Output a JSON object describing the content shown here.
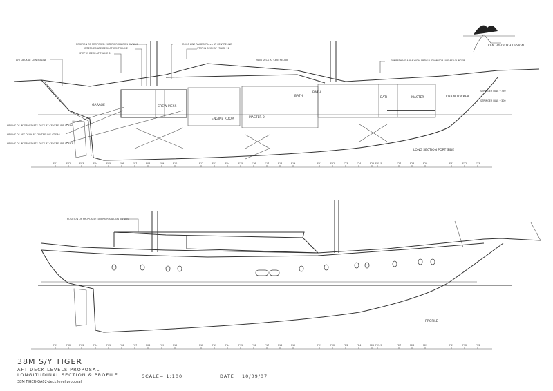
{
  "logo": {
    "text": "KEN FREIVOKH DESIGN"
  },
  "section": {
    "title": "LONG SECTION PORT SIDE",
    "callouts": [
      "POSITION OF PROPOSED EXTERIOR SALOON AWNING",
      "INTERMEDIATE DECK AT CENTRELINE",
      "STEP IN DECK AT FRAME 6",
      "ROOF LINE RAISED 75mm AT CENTRELINE",
      "STEP IN DECK AT FRAME 11",
      "MAIN DECK AT CENTRELINE",
      "AFT DECK AT CENTRELINE",
      "SUNBATHING AREA WITH ARTICULATION FOR USE AS LOUNGER"
    ],
    "heights": [
      "HEIGHT OF INTERMEDIATE DECK AT CENTRELINE AT FR6",
      "HEIGHT OF AFT DECK AT CENTRELINE AT FR6",
      "HEIGHT OF INTERMEDIATE DECK AT CENTRELINE AT FR3"
    ],
    "rooms": [
      "GARAGE",
      "CREW MESS",
      "ENGINE ROOM",
      "MASTER 2",
      "BATH",
      "BATH",
      "BATH",
      "MASTER",
      "CHAIN LOCKER"
    ],
    "stringers": [
      "STRINGER DWL +750",
      "STRINGER DWL +300"
    ]
  },
  "profile": {
    "title": "PROFILE",
    "callout": "POSITION OF PROPOSED EXTERIOR SALOON AWNING"
  },
  "frames": [
    "F01",
    "F02",
    "F03",
    "F04",
    "F05",
    "F06",
    "F07",
    "F08",
    "F09",
    "F10",
    "F12",
    "F13",
    "F14",
    "F15",
    "F16",
    "F17",
    "F18",
    "F19",
    "F21",
    "F22",
    "F23",
    "F24",
    "F25",
    "F25.5",
    "F27",
    "F28",
    "F29",
    "F31",
    "F32",
    "F33"
  ],
  "title_block": {
    "name": "38M S/Y TIGER",
    "line1": "AFT DECK LEVELS PROPOSAL",
    "line2": "LONGITUDINAL SECTION & PROFILE",
    "scale": "SCALE= 1:100",
    "date_label": "DATE",
    "date": "10/09/07",
    "file": "38M TIGER-GA02-deck level proposal"
  }
}
